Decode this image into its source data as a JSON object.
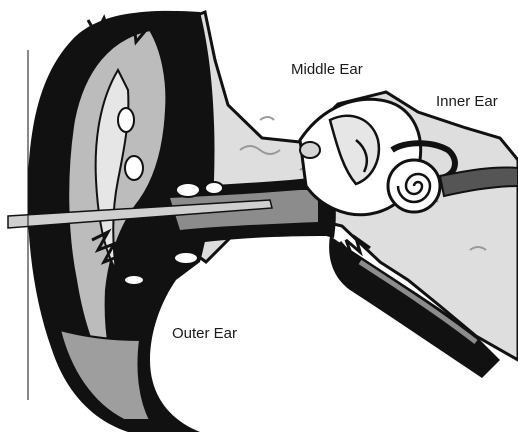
{
  "labels": {
    "middle_ear": "Middle Ear",
    "inner_ear": "Inner Ear",
    "outer_ear": "Outer Ear"
  },
  "colors": {
    "ink": "#111111",
    "tissue_gray": "#bcbcbc",
    "light_gray": "#dedede",
    "mid_gray": "#8c8c8c",
    "background": "#ffffff"
  }
}
